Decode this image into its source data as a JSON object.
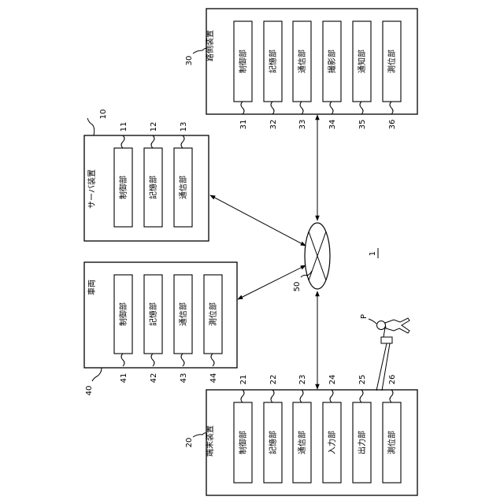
{
  "system": {
    "label": "1"
  },
  "devices": {
    "roadside": {
      "num": "30",
      "title": "路側装置",
      "units": [
        {
          "num": "31",
          "label": "制御部"
        },
        {
          "num": "32",
          "label": "記憶部"
        },
        {
          "num": "33",
          "label": "通信部"
        },
        {
          "num": "34",
          "label": "撮影部"
        },
        {
          "num": "35",
          "label": "通知部"
        },
        {
          "num": "36",
          "label": "測位部"
        }
      ]
    },
    "server": {
      "num": "10",
      "title": "サーバ装置",
      "units": [
        {
          "num": "11",
          "label": "制御部"
        },
        {
          "num": "12",
          "label": "記憶部"
        },
        {
          "num": "13",
          "label": "通信部"
        }
      ]
    },
    "vehicle": {
      "num": "40",
      "title": "車両",
      "units": [
        {
          "num": "41",
          "label": "制御部"
        },
        {
          "num": "42",
          "label": "記憶部"
        },
        {
          "num": "43",
          "label": "通信部"
        },
        {
          "num": "44",
          "label": "測位部"
        }
      ]
    },
    "terminal": {
      "num": "20",
      "title": "端末装置",
      "units": [
        {
          "num": "21",
          "label": "制御部"
        },
        {
          "num": "22",
          "label": "記憶部"
        },
        {
          "num": "23",
          "label": "通信部"
        },
        {
          "num": "24",
          "label": "入力部"
        },
        {
          "num": "25",
          "label": "出力部"
        },
        {
          "num": "26",
          "label": "測位部"
        }
      ]
    }
  },
  "network": {
    "num": "50"
  },
  "person": {
    "label": "P"
  }
}
